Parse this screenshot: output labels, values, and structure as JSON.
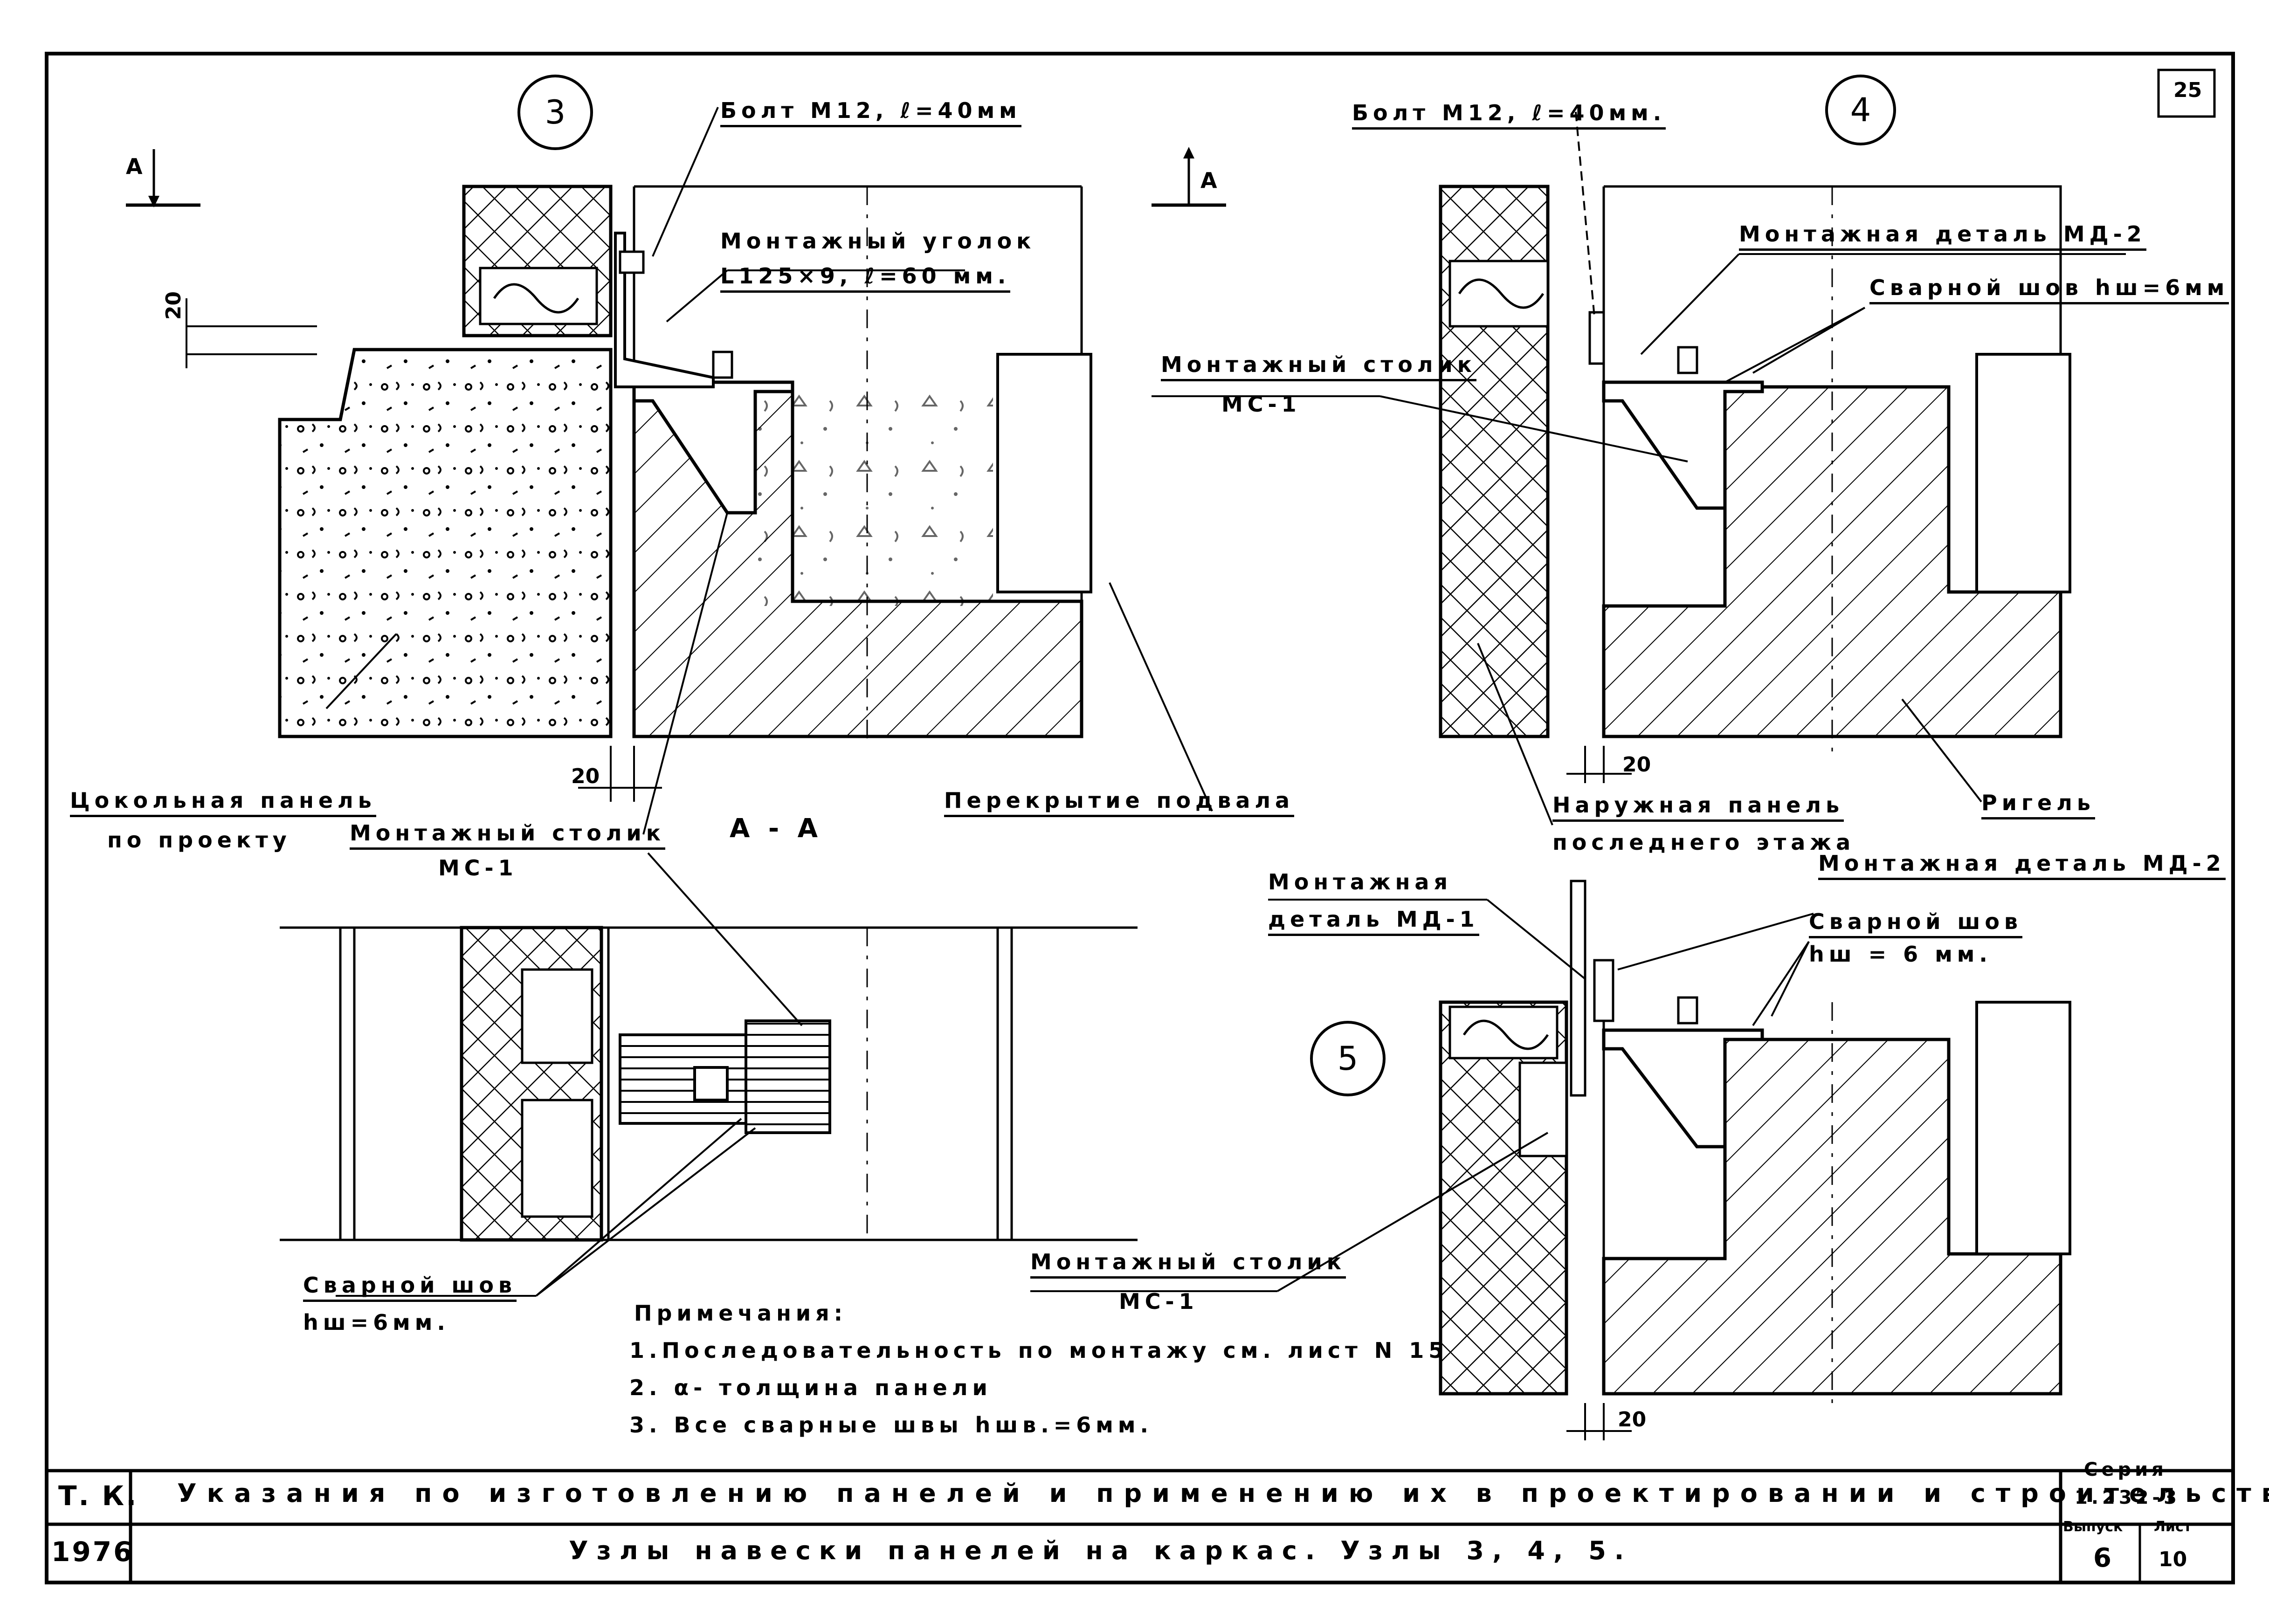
{
  "sheet": {
    "page_number": "25",
    "node3": {
      "circle": "3",
      "bolt": "Болт М12, ℓ=40мм",
      "angle_line1": "Монтажный уголок",
      "angle_line2": "L125×9, ℓ=60 мм.",
      "table_line1": "Монтажный столик",
      "table_line2": "МС-1",
      "cut_left": "А",
      "cut_right": "А",
      "dim_20_top": "20",
      "dim_20_bottom": "20",
      "socle_line1": "Цокольная панель",
      "socle_line2": "по проекту",
      "floor": "Перекрытие подвала"
    },
    "section_aa": {
      "title": "А - А",
      "table_line1": "Монтажный столик",
      "table_line2": "МС-1",
      "weld_line1": "Сварной шов",
      "weld_line2": "hш=6мм."
    },
    "node4": {
      "circle": "4",
      "bolt": "Болт М12, ℓ=40мм.",
      "detail": "Монтажная деталь МД-2",
      "weld": "Сварной шов hш=6мм",
      "table_line1": "Монтажный столик",
      "table_line2": "МС-1",
      "dim_20": "20",
      "outer_line1": "Наружная панель",
      "outer_line2": "последнего этажа",
      "girder": "Ригель"
    },
    "node5": {
      "circle": "5",
      "md1_line1": "Монтажная",
      "md1_line2": "деталь МД-1",
      "md2": "Монтажная деталь МД-2",
      "weld_line1": "Сварной шов",
      "weld_line2": "hш = 6 мм.",
      "table_line1": "Монтажный столик",
      "table_line2": "МС-1",
      "dim_20": "20"
    },
    "notes": {
      "heading": "Примечания:",
      "items": [
        "1.Последовательность по монтажу см. лист N 15",
        "2. α- толщина панели",
        "3. Все сварные швы hшв.=6мм."
      ]
    },
    "title_block": {
      "code": "Т. К.",
      "year": "1976",
      "row1": "Указания по изготовлению панелей и применению их в проектировании и строительстве.",
      "row2": "Узлы навески панелей на каркас. Узлы 3, 4, 5.",
      "series_label": "Серия",
      "series_value": "1.232-3",
      "issue_label": "Выпуск",
      "issue_value": "6",
      "sheet_label": "Лист",
      "sheet_value": "10"
    }
  }
}
